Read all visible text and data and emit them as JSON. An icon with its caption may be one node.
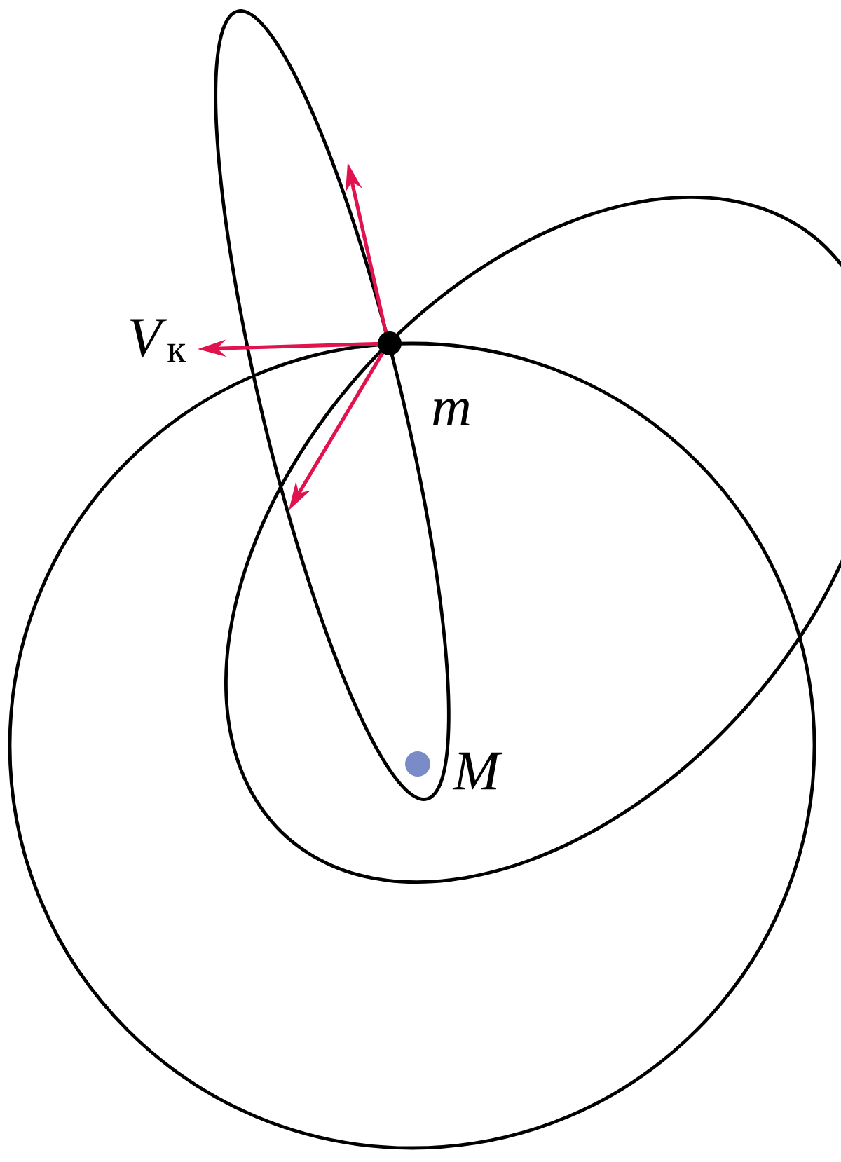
{
  "diagram": {
    "labels": [
      "*V*$_{к}$",
      "m",
      "M"
    ]
  }
}
